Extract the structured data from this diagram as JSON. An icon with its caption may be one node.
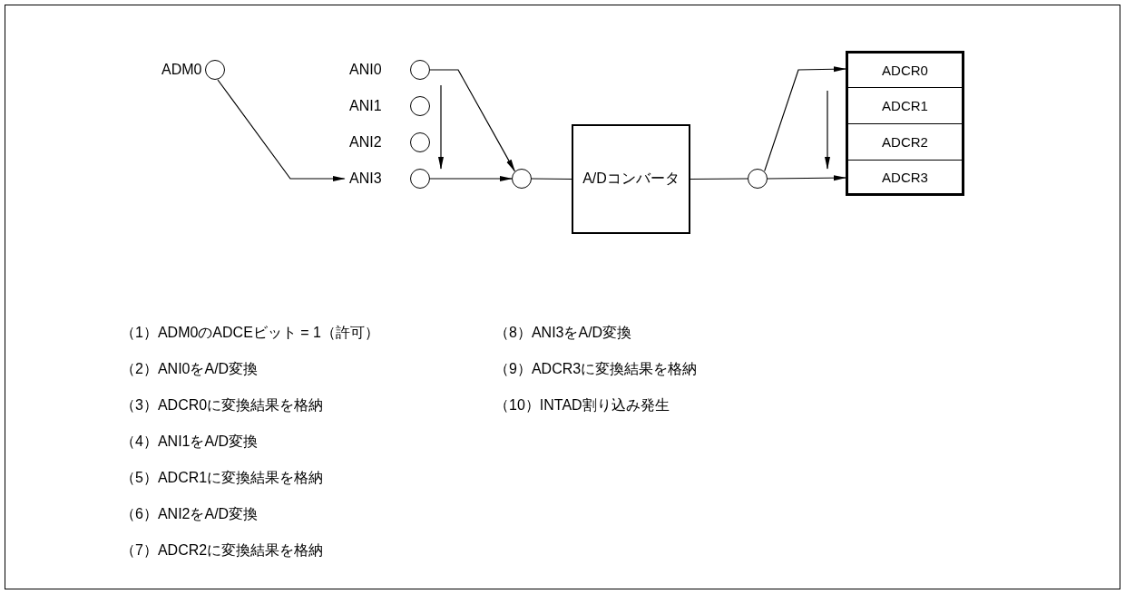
{
  "diagram": {
    "nodes": [
      {
        "text": [
          "ADM0"
        ]
      },
      {
        "text": [
          "ANI0"
        ]
      },
      {
        "text": [
          "ANI1"
        ]
      },
      {
        "text": [
          "ANI2"
        ]
      },
      {
        "text": [
          "ANI3"
        ]
      },
      {
        "text": [],
        "shape": "circle"
      },
      {
        "text": [
          "A/Dコンバータ"
        ]
      },
      {
        "text": [],
        "shape": "circle"
      },
      {
        "text": [
          "ADCR0"
        ]
      },
      {
        "text": [
          "ADCR1"
        ]
      },
      {
        "text": [
          "ADCR2"
        ]
      },
      {
        "text": [
          "ADCR3"
        ]
      }
    ],
    "edges": [
      {
        "from": 0,
        "to": 4,
        "arrow": "to"
      },
      {
        "from": 1,
        "to": 5,
        "arrow": "to"
      },
      {
        "from": 4,
        "to": 5,
        "arrow": "to"
      },
      {
        "from": 5,
        "to": 6,
        "arrow": "none"
      },
      {
        "from": 6,
        "to": 7,
        "arrow": "none"
      },
      {
        "from": 7,
        "to": 8,
        "arrow": "to"
      },
      {
        "from": 7,
        "to": 11,
        "arrow": "to"
      }
    ],
    "labels": [
      "（1）ADM0のADCEビット = 1（許可）",
      "（2）ANI0をA/D変換",
      "（3）ADCR0に変換結果を格納",
      "（4）ANI1をA/D変換",
      "（5）ADCR1に変換結果を格納",
      "（6）ANI2をA/D変換",
      "（7）ADCR2に変換結果を格納",
      "（8）ANI3をA/D変換",
      "（9）ADCR3に変換結果を格納",
      "（10）INTAD割り込み発生"
    ]
  }
}
